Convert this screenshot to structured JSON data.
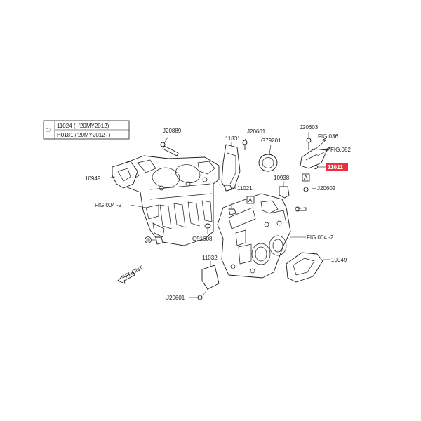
{
  "legend": {
    "marker": "①",
    "rows": [
      "11024 ( -'20MY2012)",
      "H0181 ('20MY2012- )"
    ]
  },
  "labels": {
    "j20889": "J20889",
    "l11831": "11831",
    "j20601_top": "J20601",
    "g79201": "G79201",
    "j20603": "J20603",
    "fig036": "FIG.036",
    "fig082": "FIG.082",
    "p11021_highlight": "11021",
    "ref_a_top": "A",
    "l10938": "10938",
    "j20602": "J20602",
    "l11021": "11021",
    "l10949_left": "10949",
    "fig004_left": "FIG.004 -2",
    "ref_a_block": "A",
    "circle_marker_left": "①",
    "g91608": "G91608",
    "fig004_right": "FIG.004 -2",
    "l11032": "11032",
    "l10949_right": "10949",
    "front": "FRONT",
    "j20601_bottom": "J20601"
  },
  "colors": {
    "highlight": "#e8313f",
    "line": "#1a1a1a"
  }
}
